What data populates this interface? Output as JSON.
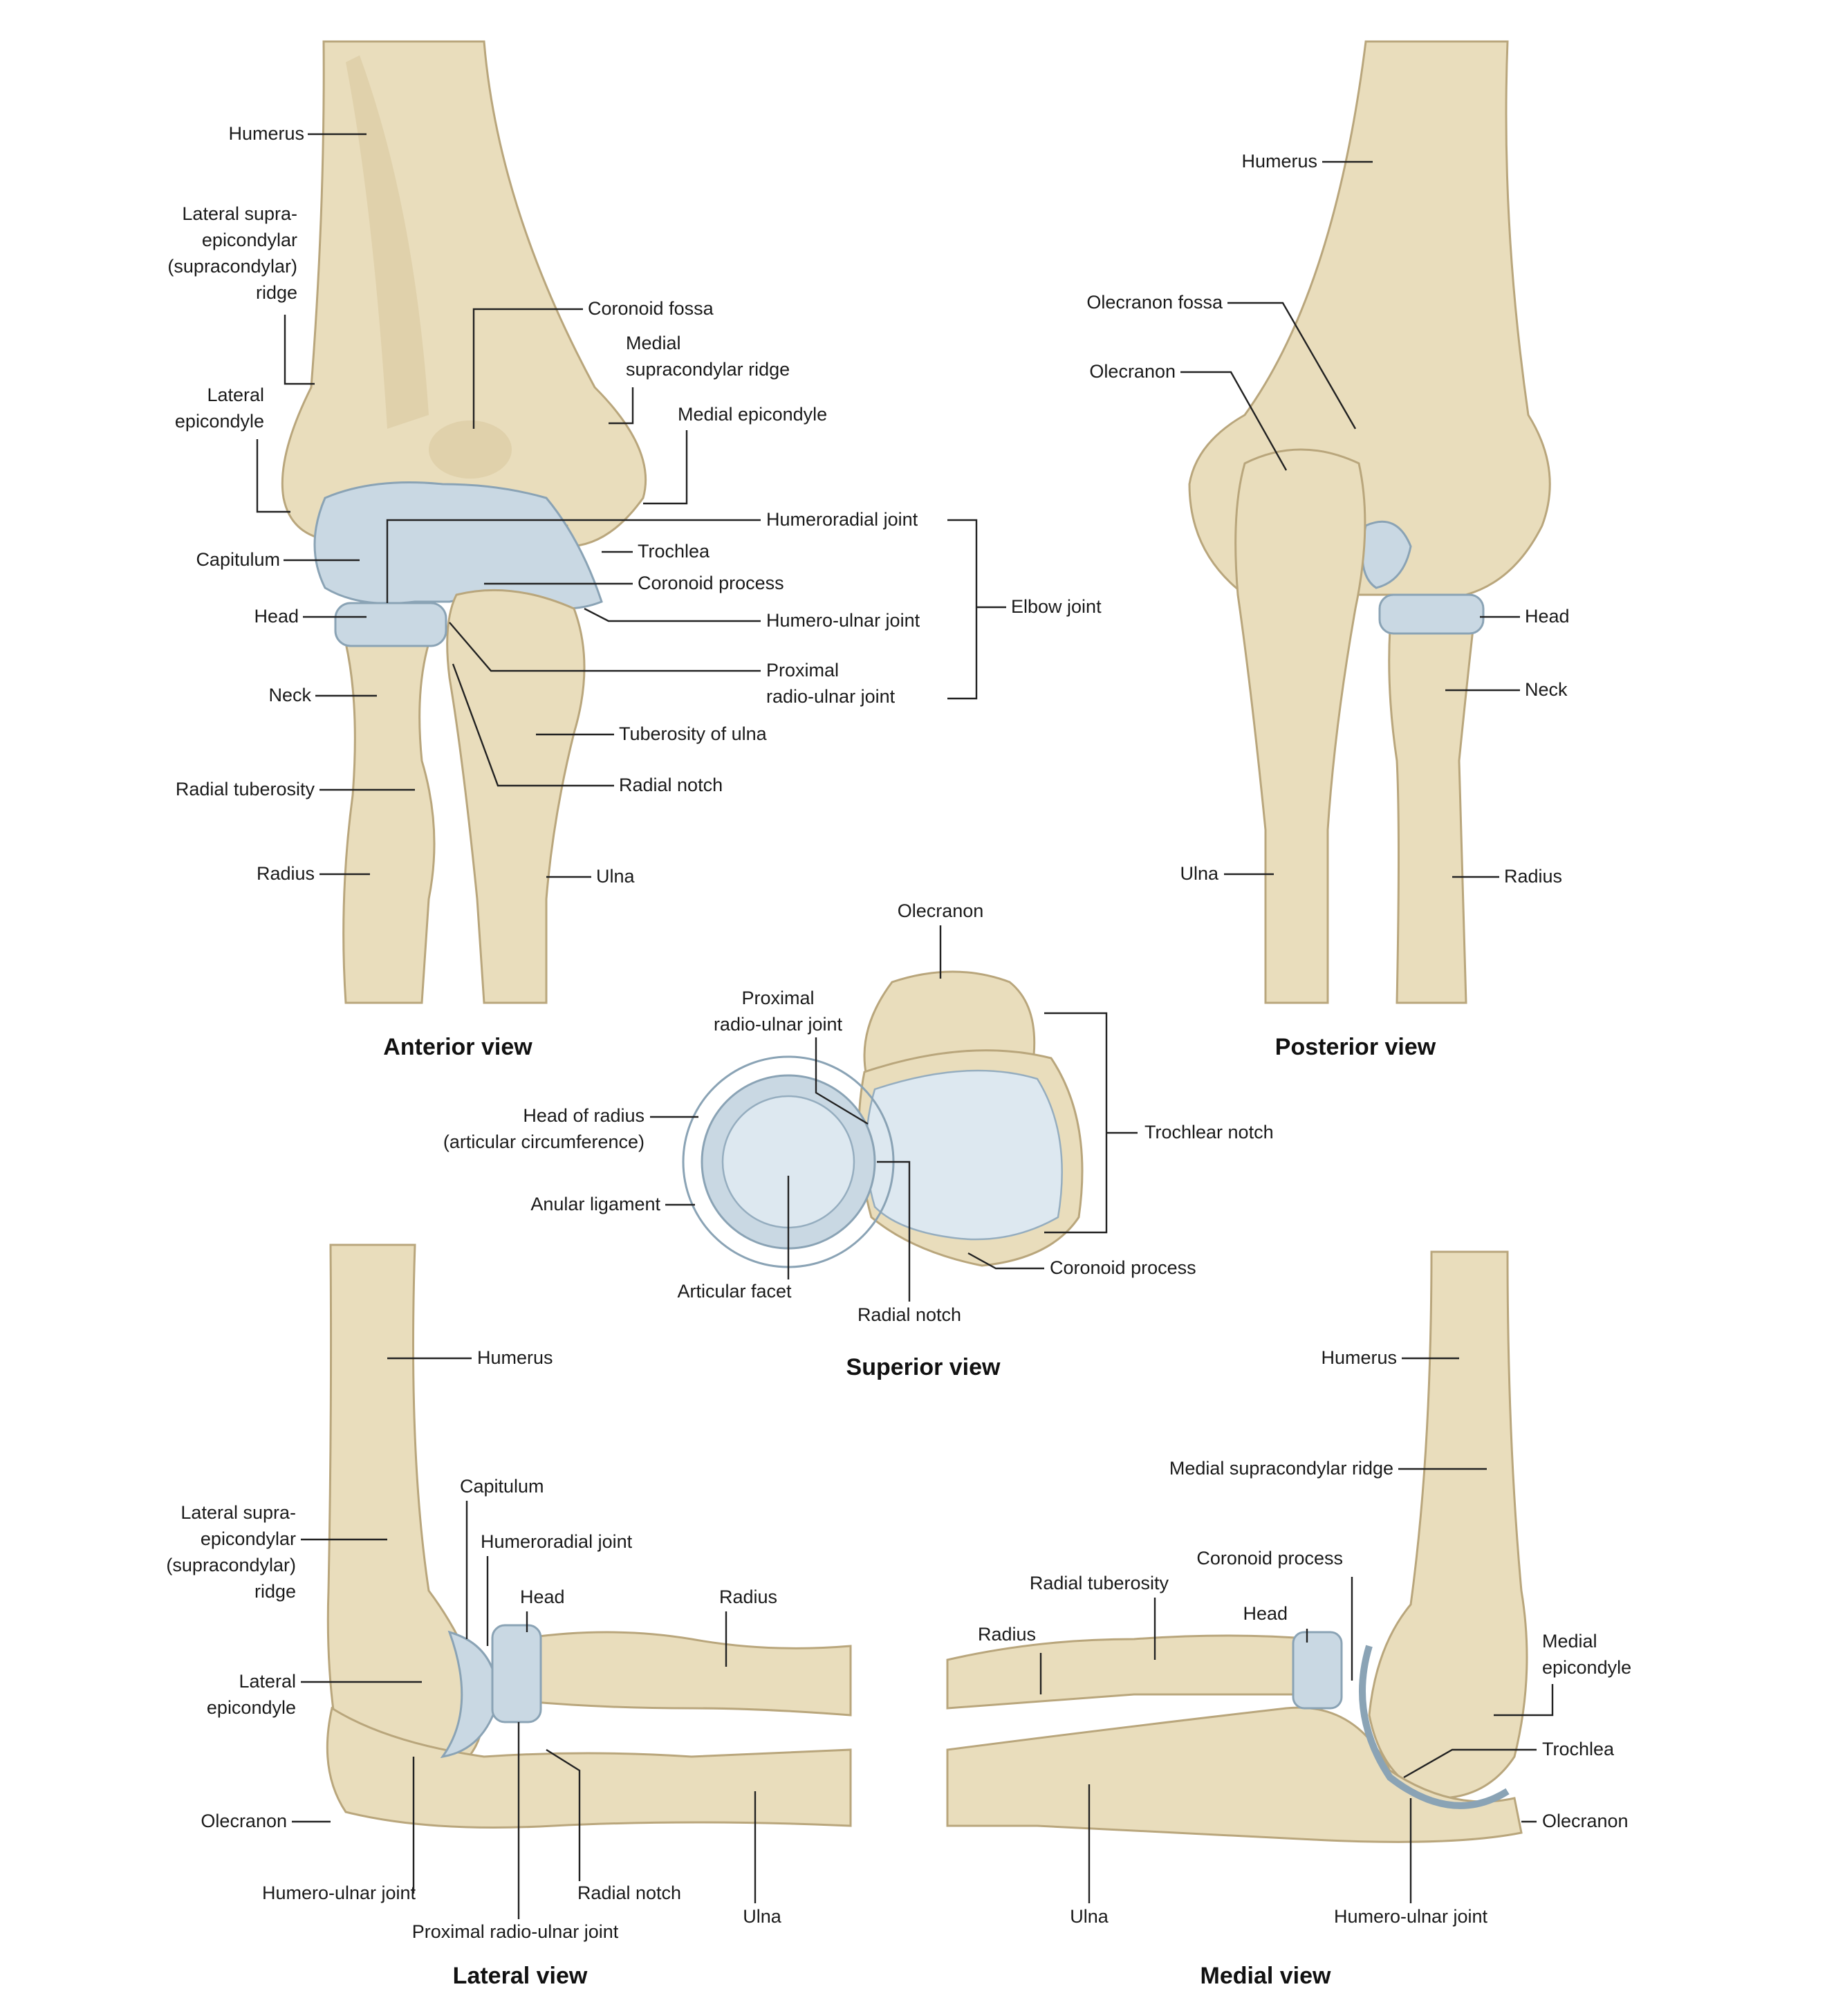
{
  "colors": {
    "bone": "#e9ddbc",
    "bone_outline": "#b9a67c",
    "cartilage": "#c9d8e3",
    "cartilage_outline": "#8aa3b5",
    "text": "#1a1a1a"
  },
  "anterior": {
    "title": "Anterior view",
    "humerus": "Humerus",
    "lateral_ridge_1": "Lateral supra-",
    "lateral_ridge_2": "epicondylar",
    "lateral_ridge_3": "(supracondylar)",
    "lateral_ridge_4": "ridge",
    "coronoid_fossa": "Coronoid fossa",
    "medial_ridge_1": "Medial",
    "medial_ridge_2": "supracondylar ridge",
    "lateral_epicondyle_1": "Lateral",
    "lateral_epicondyle_2": "epicondyle",
    "medial_epicondyle": "Medial epicondyle",
    "humeroradial_joint": "Humeroradial joint",
    "capitulum": "Capitulum",
    "trochlea": "Trochlea",
    "coronoid_process": "Coronoid process",
    "head": "Head",
    "humeroulnar_joint": "Humero-ulnar joint",
    "elbow_joint": "Elbow joint",
    "neck": "Neck",
    "proximal_ru_1": "Proximal",
    "proximal_ru_2": "radio-ulnar joint",
    "tuberosity_ulna": "Tuberosity of ulna",
    "radial_tuberosity": "Radial tuberosity",
    "radial_notch": "Radial notch",
    "radius": "Radius",
    "ulna": "Ulna"
  },
  "posterior": {
    "title": "Posterior view",
    "humerus": "Humerus",
    "olecranon_fossa": "Olecranon fossa",
    "olecranon": "Olecranon",
    "head": "Head",
    "neck": "Neck",
    "ulna": "Ulna",
    "radius": "Radius"
  },
  "superior": {
    "title": "Superior view",
    "olecranon": "Olecranon",
    "proximal_ru_1": "Proximal",
    "proximal_ru_2": "radio-ulnar joint",
    "head_radius_1": "Head of radius",
    "head_radius_2": "(articular circumference)",
    "trochlear_notch": "Trochlear notch",
    "anular_ligament": "Anular ligament",
    "coronoid_process": "Coronoid process",
    "articular_facet": "Articular facet",
    "radial_notch": "Radial notch"
  },
  "lateral": {
    "title": "Lateral view",
    "humerus": "Humerus",
    "capitulum": "Capitulum",
    "lateral_ridge_1": "Lateral supra-",
    "lateral_ridge_2": "epicondylar",
    "lateral_ridge_3": "(supracondylar)",
    "lateral_ridge_4": "ridge",
    "humeroradial_joint": "Humeroradial joint",
    "head": "Head",
    "radius": "Radius",
    "lateral_epicondyle_1": "Lateral",
    "lateral_epicondyle_2": "epicondyle",
    "olecranon": "Olecranon",
    "humeroulnar_joint": "Humero-ulnar joint",
    "radial_notch": "Radial notch",
    "ulna": "Ulna",
    "proximal_ru": "Proximal radio-ulnar joint"
  },
  "medial": {
    "title": "Medial view",
    "humerus": "Humerus",
    "medial_ridge": "Medial supracondylar ridge",
    "coronoid_process": "Coronoid process",
    "radial_tuberosity": "Radial tuberosity",
    "head": "Head",
    "radius": "Radius",
    "medial_epicondyle_1": "Medial",
    "medial_epicondyle_2": "epicondyle",
    "trochlea": "Trochlea",
    "olecranon": "Olecranon",
    "ulna": "Ulna",
    "humeroulnar_joint": "Humero-ulnar joint"
  }
}
